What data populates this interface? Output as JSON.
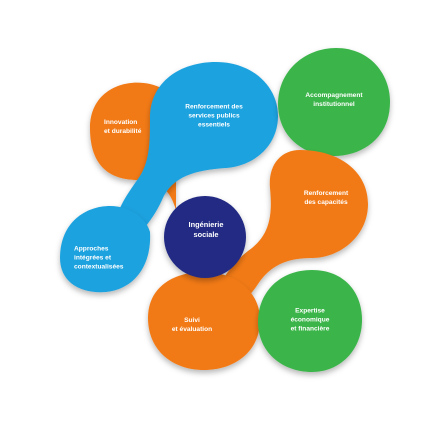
{
  "colors": {
    "orange": "#F27A14",
    "blue": "#1EA2DF",
    "green": "#3AB54A",
    "navy": "#232C83",
    "text": "#FFFFFF"
  },
  "nodes": {
    "accompagnement": {
      "label": "Accompagnement\ninstitutionnel",
      "color": "green"
    },
    "services_publics": {
      "label": "Renforcement des\nservices publics\nessentiels",
      "color": "blue"
    },
    "innovation": {
      "label": "Innovation\net durabilité",
      "color": "orange"
    },
    "capacites": {
      "label": "Renforcement\ndes capacités",
      "color": "orange"
    },
    "ingenierie": {
      "label": "Ingénierie\nsociale",
      "color": "navy"
    },
    "approches": {
      "label": "Approches\nintégrées et\ncontextualisées",
      "color": "blue"
    },
    "expertise": {
      "label": "Expertise\néconomique\net financière",
      "color": "green"
    },
    "suivi": {
      "label": "Suivi\net évaluation",
      "color": "orange"
    }
  }
}
